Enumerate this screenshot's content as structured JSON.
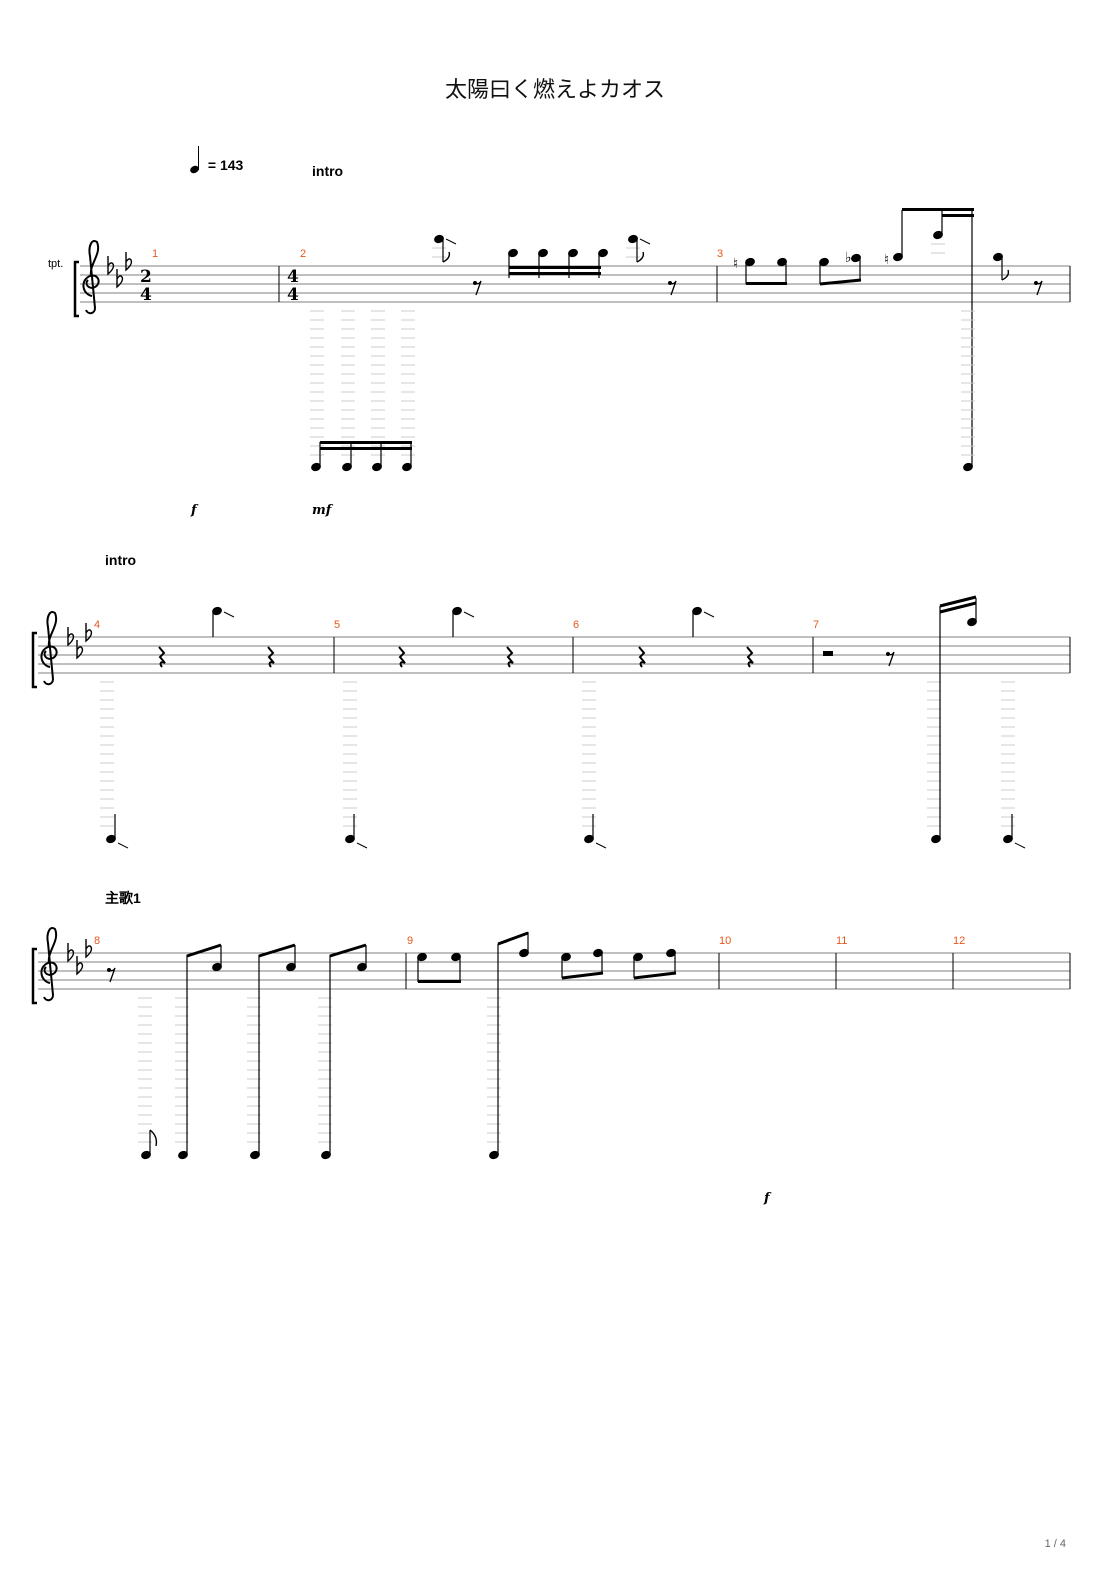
{
  "title": "太陽曰く燃えよカオス",
  "tempo": {
    "label": "= 143",
    "icon": "quarter-note-icon"
  },
  "instrument": "tpt.",
  "sections": [
    {
      "id": "intro-1",
      "label": "intro"
    },
    {
      "id": "intro-2",
      "label": "intro"
    },
    {
      "id": "verse-1",
      "label": "主歌1"
    }
  ],
  "time_signatures": [
    {
      "measure": 1,
      "top": "2",
      "bottom": "4"
    },
    {
      "measure": 2,
      "top": "4",
      "bottom": "4"
    }
  ],
  "key_signature": {
    "flats": 3
  },
  "measures": [
    "1",
    "2",
    "3",
    "4",
    "5",
    "6",
    "7",
    "8",
    "9",
    "10",
    "11",
    "12"
  ],
  "dynamics": [
    {
      "id": "dyn-1",
      "text": "f"
    },
    {
      "id": "dyn-2",
      "text": "mf"
    },
    {
      "id": "dyn-3",
      "text": "f"
    }
  ],
  "page_number": "1 / 4"
}
